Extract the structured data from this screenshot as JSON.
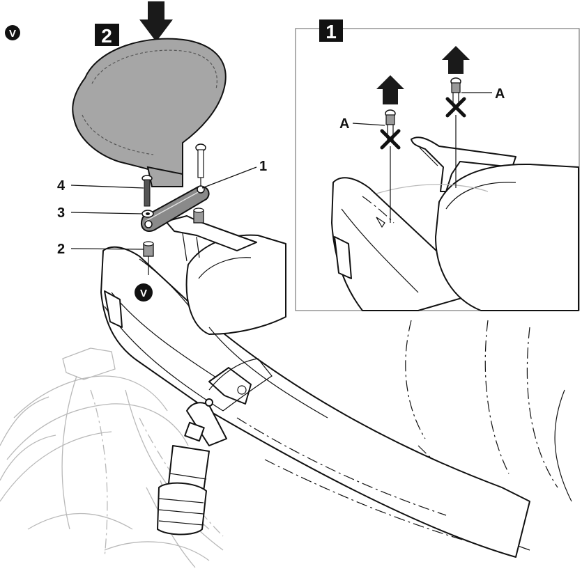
{
  "figure": {
    "steps": [
      {
        "id": "step-1",
        "number": "1"
      },
      {
        "id": "step-2",
        "number": "2"
      }
    ],
    "part_labels": {
      "part_1": "1",
      "part_2": "2",
      "part_3": "3",
      "part_4": "4",
      "screw_a_left": "A",
      "screw_a_right": "A"
    },
    "brand_badge": "V",
    "colors": {
      "line": "#111111",
      "ghost_line": "#b9b9b9",
      "backrest_fill": "#a6a6a6",
      "arrow_fill": "#1a1a1a",
      "step_box_fill": "#111111"
    },
    "icons": [
      "down-arrow-icon",
      "up-arrow-icon",
      "cross-icon",
      "brand-badge-icon"
    ]
  }
}
